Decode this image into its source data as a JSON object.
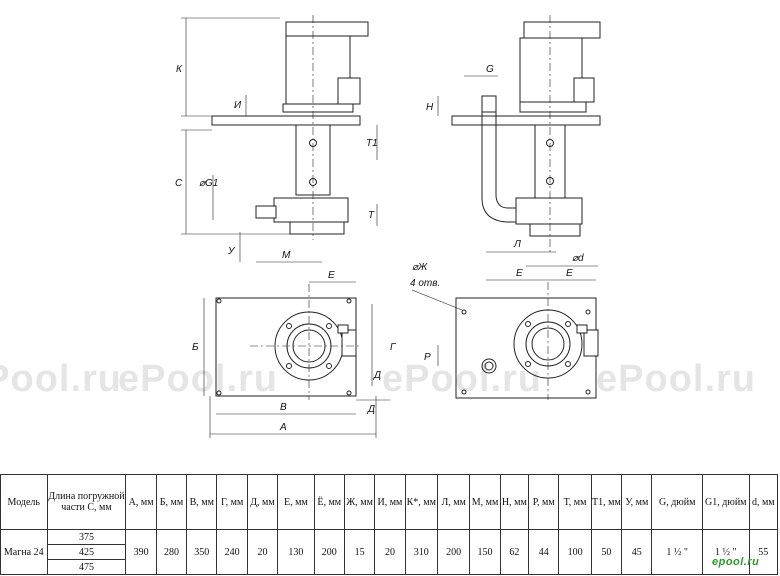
{
  "watermark": {
    "text": "ePool.ru"
  },
  "labels": {
    "K": "К",
    "I": "И",
    "C": "С",
    "G1": "⌀G1",
    "T1": "Т1",
    "T": "Т",
    "U": "У",
    "M": "М",
    "G": "G",
    "H": "Н",
    "L": "Л",
    "d": "⌀d",
    "E": "Е",
    "Zh": "⌀Ж",
    "holes": "4 отв.",
    "B": "Б",
    "Gamma": "Г",
    "D": "Д",
    "V": "В",
    "A": "А",
    "P": "Р"
  },
  "table": {
    "headers": [
      "Модель",
      "Длина погружной части С, мм",
      "А, мм",
      "Б, мм",
      "В, мм",
      "Г, мм",
      "Д, мм",
      "Е, мм",
      "Ё, мм",
      "Ж, мм",
      "И, мм",
      "К*, мм",
      "Л, мм",
      "М, мм",
      "Н, мм",
      "Р, мм",
      "Т, мм",
      "Т1, мм",
      "У, мм",
      "G, дюйм",
      "G1, дюйм",
      "d, мм"
    ],
    "model": "Магна 24",
    "lengths": [
      "375",
      "425",
      "475"
    ],
    "values": [
      "390",
      "280",
      "350",
      "240",
      "20",
      "130",
      "200",
      "15",
      "20",
      "310",
      "200",
      "150",
      "62",
      "44",
      "100",
      "50",
      "45",
      "1 ½ \"",
      "1 ½ \"",
      "55"
    ]
  },
  "logo": {
    "text": "epool.ru"
  }
}
